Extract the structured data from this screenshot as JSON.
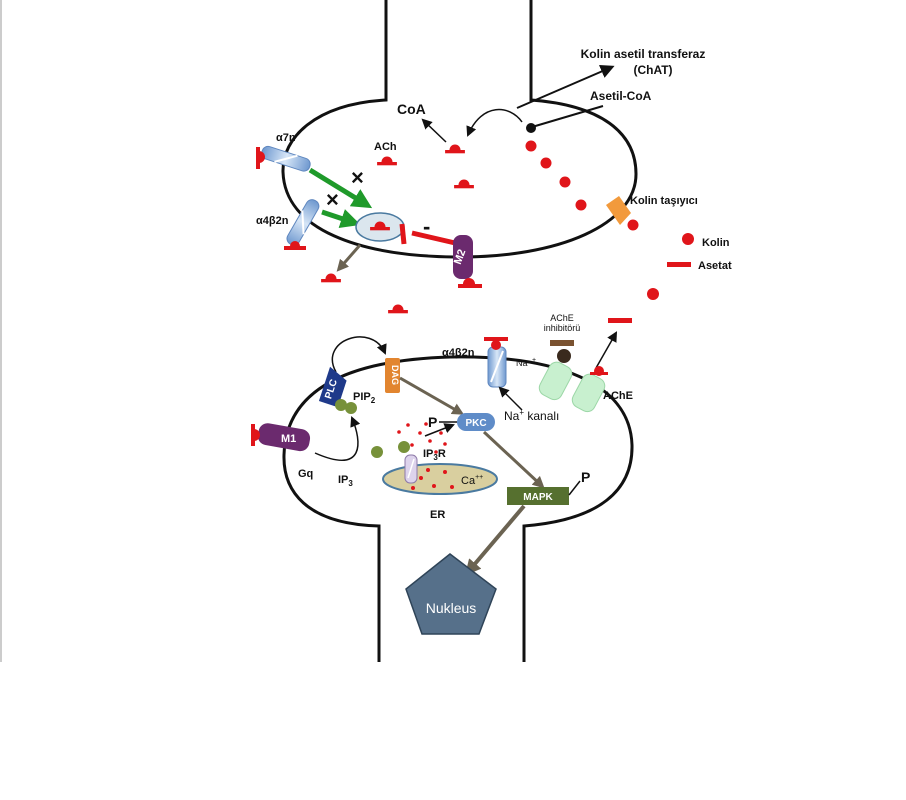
{
  "labels": {
    "chat_line1": "Kolin asetil transferaz",
    "chat_line2": "(ChAT)",
    "acetyl_coa": "Asetil-CoA",
    "coa": "CoA",
    "ach": "ACh",
    "a7n": "α7n",
    "a4b2n_pre": "α4β2n",
    "a4b2n_post": "α4β2n",
    "choline_transporter": "Kolin taşıyıcı",
    "minus": "-",
    "m2": "M2",
    "legend_choline": "Kolin",
    "legend_acetate": "Asetat",
    "ache_inhibitor_1": "AChE",
    "ache_inhibitor_2": "inhibitörü",
    "ache": "AChE",
    "na_small": "Na",
    "na_channel": "Na",
    "na_channel_rest": " kanalı",
    "plc": "PLC",
    "dag": "DAG",
    "pip": "PIP",
    "pip_sub": "2",
    "m1": "M1",
    "gq": "Gq",
    "ip3": "IP",
    "ip3_sub": "3",
    "pkc": "PKC",
    "p1": "P",
    "p2": "P",
    "ip3r": "IP",
    "ip3r_sub": "3",
    "ip3r_r": "R",
    "ca": "Ca",
    "ca_sup": "++",
    "er": "ER",
    "mapk": "MAPK",
    "nucleus": "Nukleus",
    "cross": "×"
  },
  "colors": {
    "membrane": "#111111",
    "red": "#e0151a",
    "green_arrow": "#1f9a2a",
    "olive_arrow": "#6b6352",
    "receptor_blue": "#9ec3ea",
    "m_purple": "#6b2a6e",
    "transporter_orange": "#f29a3c",
    "plc_navy": "#1f3a8a",
    "dag_orange": "#e2852f",
    "pkc_blue": "#5f8cc8",
    "mapk_green": "#56702f",
    "nucleus_slate": "#56708a",
    "er_tan": "#d9cf9f",
    "ache_green": "#c8f0cf",
    "ip3_green": "#77913a"
  }
}
